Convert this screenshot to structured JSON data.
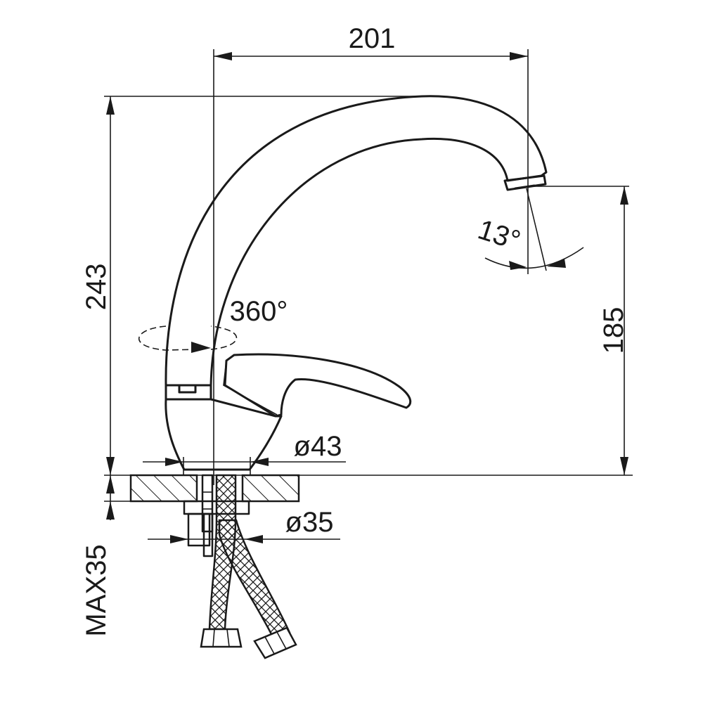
{
  "dimensions": {
    "width": "201",
    "height": "243",
    "spout_height": "185",
    "angle": "13°",
    "rotation": "360°",
    "base_diameter": "ø43",
    "shank_diameter": "ø35",
    "max_thickness": "MAX35"
  }
}
